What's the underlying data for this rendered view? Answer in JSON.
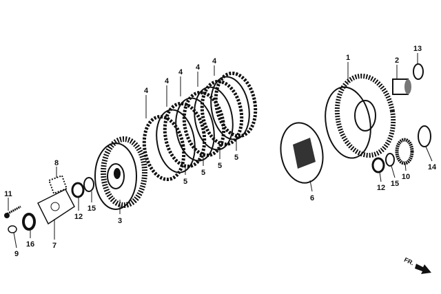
{
  "diagram": {
    "title": "Clutch exploded parts diagram",
    "labels": {
      "outer_basket": "1",
      "collar": "2",
      "washer_13": "13",
      "friction_disk": "4",
      "clutch_plate": "5",
      "center_hub": "3",
      "spring": "8",
      "bolt": "11",
      "nut_left": "12",
      "washer_left": "15",
      "lifter_plate": "7",
      "lifter_rod": "9",
      "bearing": "16",
      "pressure_plate": "6",
      "nut_right": "12",
      "washer_right": "15",
      "gear": "10",
      "thrust_washer": "14"
    },
    "direction_indicator": "FR."
  }
}
